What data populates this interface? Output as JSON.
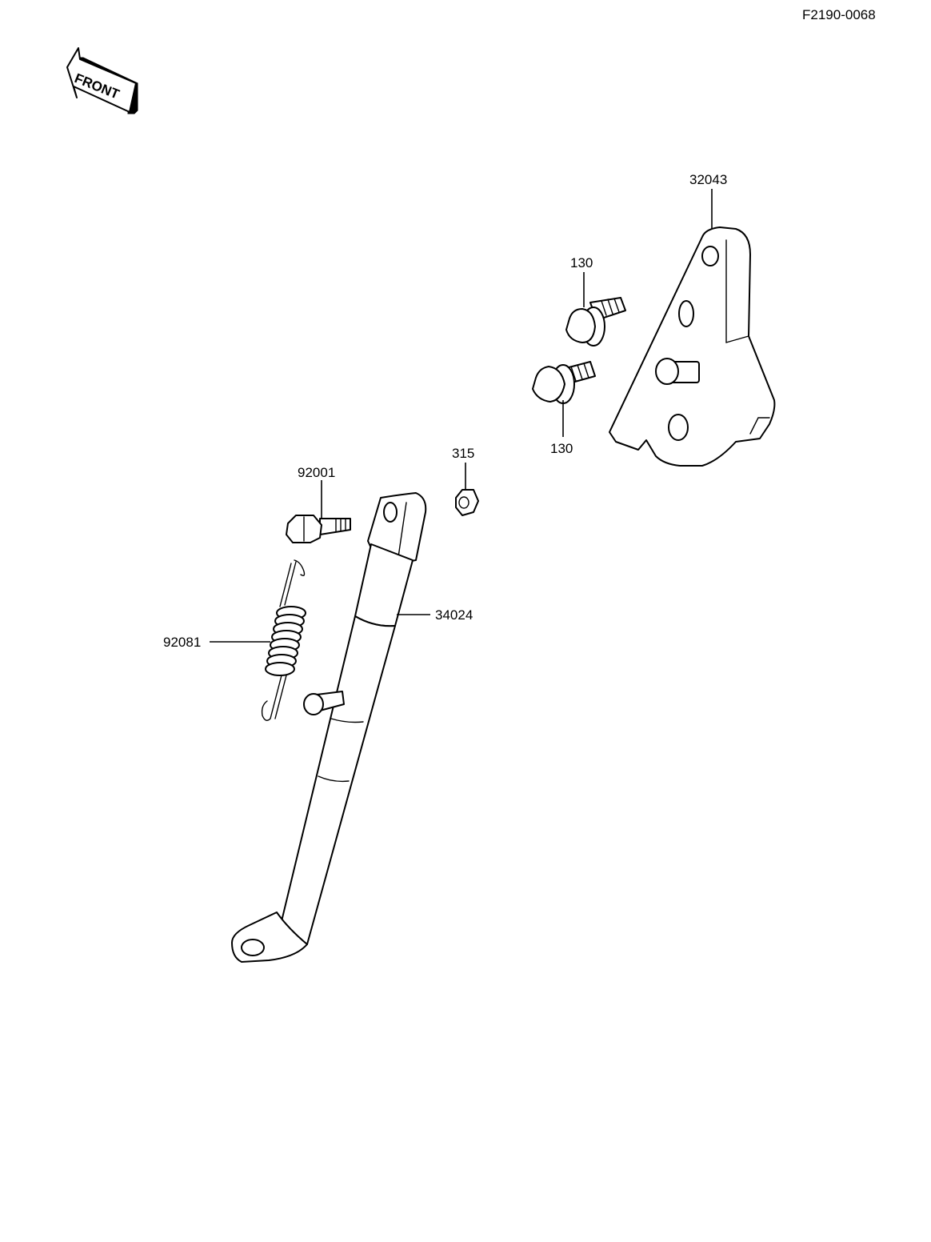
{
  "diagram_code": "F2190-0068",
  "front_label": "FRONT",
  "parts": {
    "p32043": "32043",
    "p130a": "130",
    "p130b": "130",
    "p315": "315",
    "p92001": "92001",
    "p34024": "34024",
    "p92081": "92081"
  }
}
